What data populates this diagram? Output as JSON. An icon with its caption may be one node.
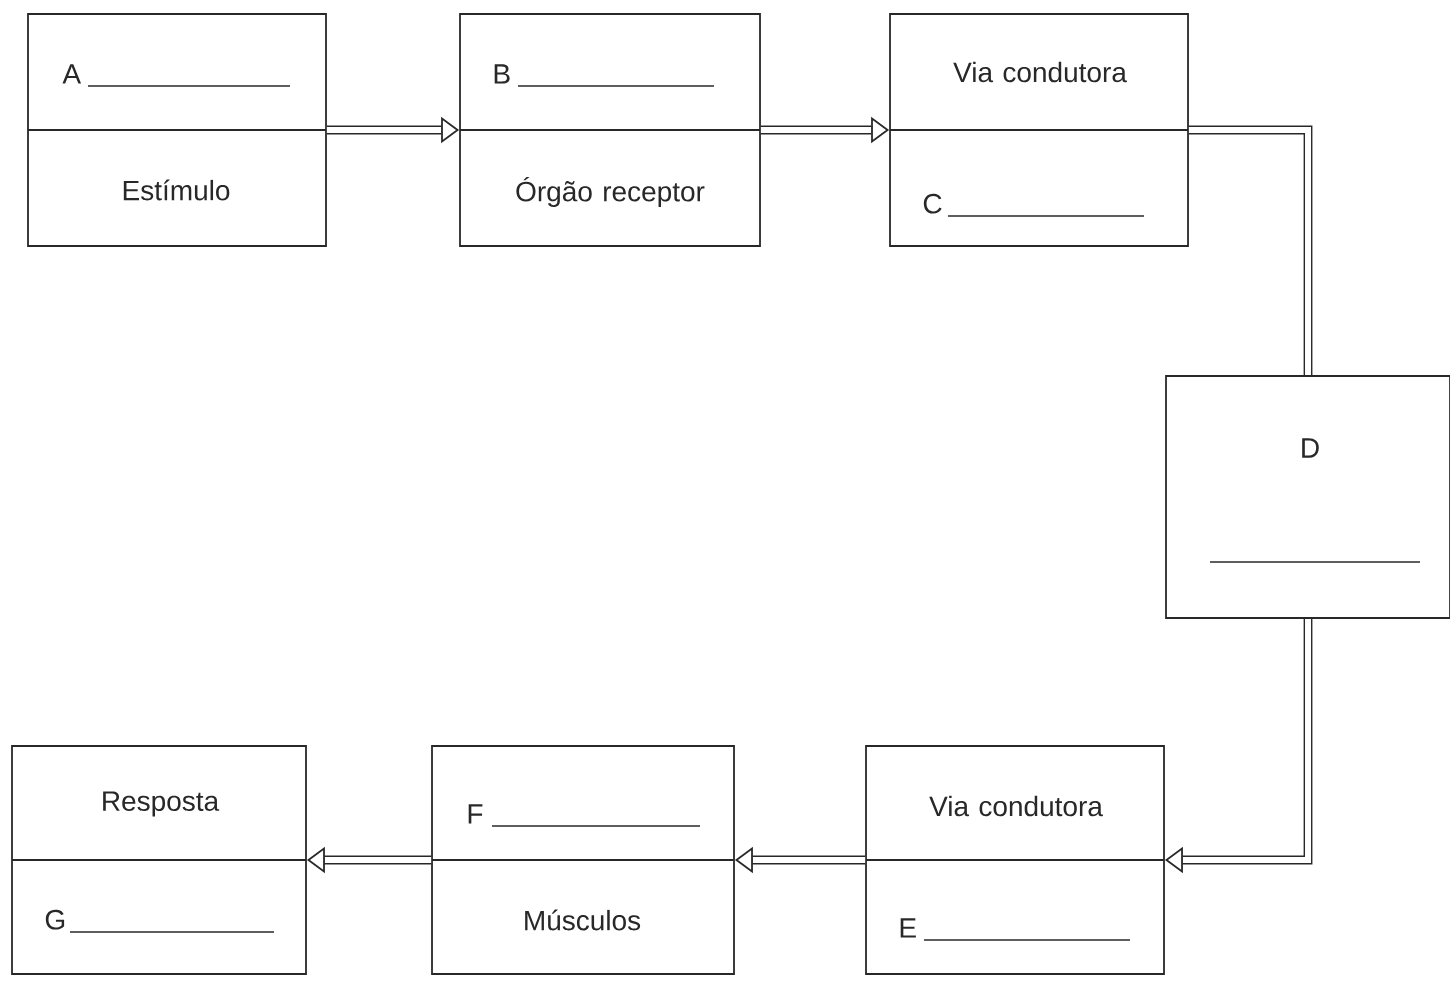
{
  "diagram": {
    "nodes": [
      {
        "text": [
          "A",
          "Estímulo"
        ]
      },
      {
        "text": [
          "B",
          "Órgão receptor"
        ]
      },
      {
        "text": [
          "Via condutora",
          "C"
        ]
      },
      {
        "text": [
          "D"
        ]
      },
      {
        "text": [
          "Via condutora",
          "E"
        ]
      },
      {
        "text": [
          "F",
          "Músculos"
        ]
      },
      {
        "text": [
          "Resposta",
          "G"
        ]
      }
    ],
    "edges": [
      {
        "from": 0,
        "to": 1,
        "arrow": "to"
      },
      {
        "from": 1,
        "to": 2,
        "arrow": "to"
      },
      {
        "from": 2,
        "to": 3,
        "arrow": "none"
      },
      {
        "from": 3,
        "to": 4,
        "arrow": "to"
      },
      {
        "from": 4,
        "to": 5,
        "arrow": "to"
      },
      {
        "from": 5,
        "to": 6,
        "arrow": "to"
      }
    ]
  }
}
